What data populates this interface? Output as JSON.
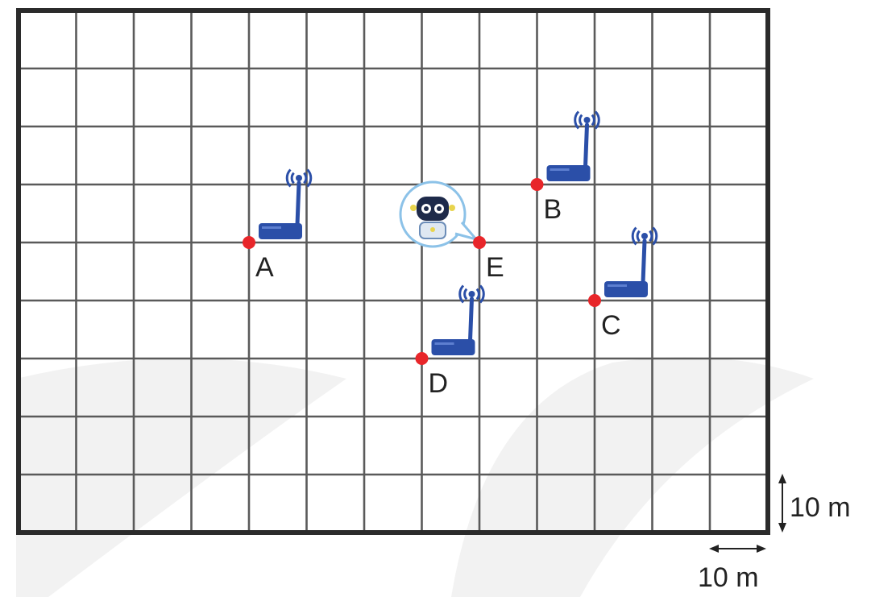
{
  "map": {
    "columns": 13,
    "rows": 9,
    "cell_size_m": 10,
    "colors": {
      "grid": "#5a5a5a",
      "frame": "#2b2b2b",
      "marker": "#e8262a",
      "router": "#2b4fa8",
      "wifi": "#2b4fa8",
      "watermark": "#f2f2f2"
    }
  },
  "points": [
    {
      "id": "A",
      "label": "A",
      "col": 4,
      "row": 4,
      "has_router": true
    },
    {
      "id": "B",
      "label": "B",
      "col": 9,
      "row": 3,
      "has_router": true
    },
    {
      "id": "C",
      "label": "C",
      "col": 10,
      "row": 5,
      "has_router": true
    },
    {
      "id": "D",
      "label": "D",
      "col": 7,
      "row": 6,
      "has_router": true
    },
    {
      "id": "E",
      "label": "E",
      "col": 8,
      "row": 4,
      "has_router": false,
      "has_robot": true
    }
  ],
  "scale": {
    "vertical_label": "10 m",
    "horizontal_label": "10 m"
  },
  "icons": {
    "router": "wifi-router-icon",
    "robot": "robot-mascot-icon"
  }
}
